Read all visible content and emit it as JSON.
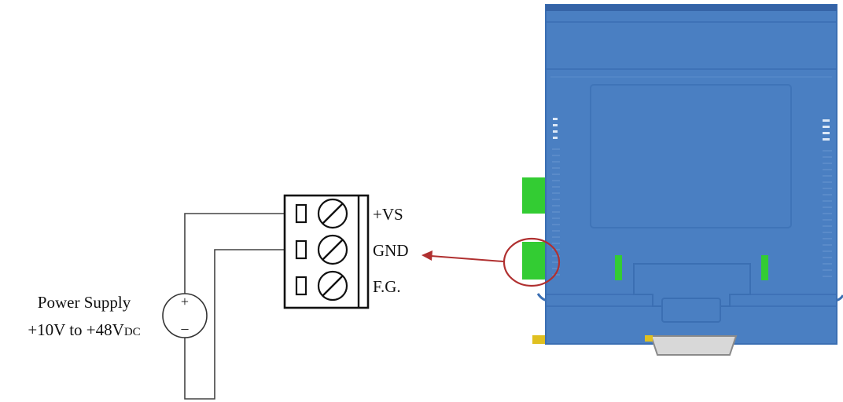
{
  "power_supply": {
    "label_line1": "Power Supply",
    "label_line2_main": "+10V to +48V",
    "label_line2_sub": "DC",
    "plus_symbol": "+",
    "minus_symbol": "–"
  },
  "terminals": [
    {
      "label": "+VS"
    },
    {
      "label": "GND"
    },
    {
      "label": "F.G."
    }
  ],
  "colors": {
    "module_body": "#4a7fc2",
    "module_edge": "#3b6fb3",
    "connector_green": "#33cc33",
    "highlight_circle": "#b03030",
    "wire": "#444444"
  }
}
